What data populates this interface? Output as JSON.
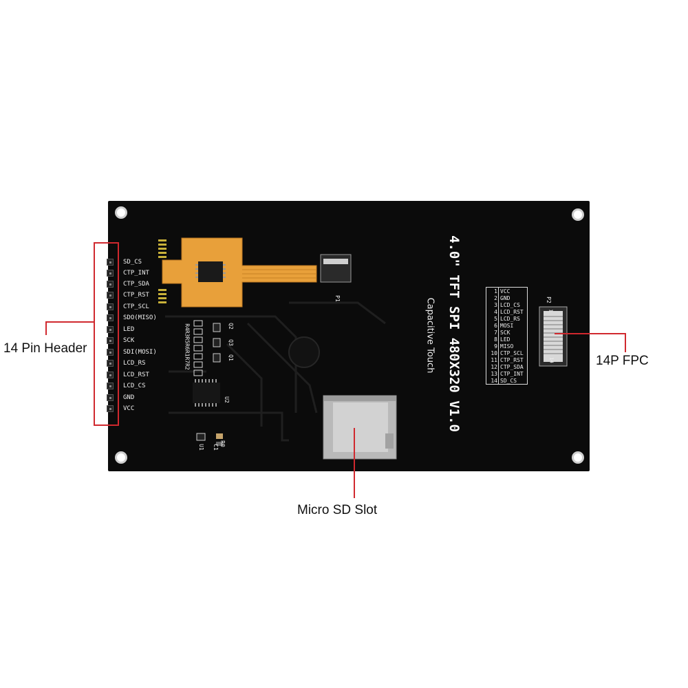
{
  "board": {
    "title": "4.0\" TFT SPI 480X320 V1.0",
    "subtitle": "Capacitive Touch",
    "p1_label": "P1",
    "p2_label": "P2",
    "u1_label": "U1",
    "u2_label": "U2",
    "q_labels": [
      "Q2",
      "Q3",
      "Q1"
    ],
    "r_label": "R4R3R5R6R1R7R2",
    "c1_label": "C1",
    "r0_label": "R0",
    "fpc_pin_first": "1",
    "fpc_pin_last": "14"
  },
  "header_pins": [
    "SD_CS",
    "CTP_INT",
    "CTP_SDA",
    "CTP_RST",
    "CTP_SCL",
    "SDO(MISO)",
    "LED",
    "SCK",
    "SDI(MOSI)",
    "LCD_RS",
    "LCD_RST",
    "LCD_CS",
    "GND",
    "VCC"
  ],
  "fpc_table": [
    {
      "n": "1",
      "s": "VCC"
    },
    {
      "n": "2",
      "s": "GND"
    },
    {
      "n": "3",
      "s": "LCD_CS"
    },
    {
      "n": "4",
      "s": "LCD_RST"
    },
    {
      "n": "5",
      "s": "LCD_RS"
    },
    {
      "n": "6",
      "s": "MOSI"
    },
    {
      "n": "7",
      "s": "SCK"
    },
    {
      "n": "8",
      "s": "LED"
    },
    {
      "n": "9",
      "s": "MISO"
    },
    {
      "n": "10",
      "s": "CTP_SCL"
    },
    {
      "n": "11",
      "s": "CTP_RST"
    },
    {
      "n": "12",
      "s": "CTP_SDA"
    },
    {
      "n": "13",
      "s": "CTP_INT"
    },
    {
      "n": "14",
      "s": "SD_CS"
    }
  ],
  "callouts": {
    "pin_header": "14 Pin Header",
    "fpc": "14P FPC",
    "sd_slot": "Micro SD Slot"
  },
  "colors": {
    "board": "#0b0b0b",
    "callout_red": "#d0282e",
    "flex_cable": "#e8a03a"
  }
}
